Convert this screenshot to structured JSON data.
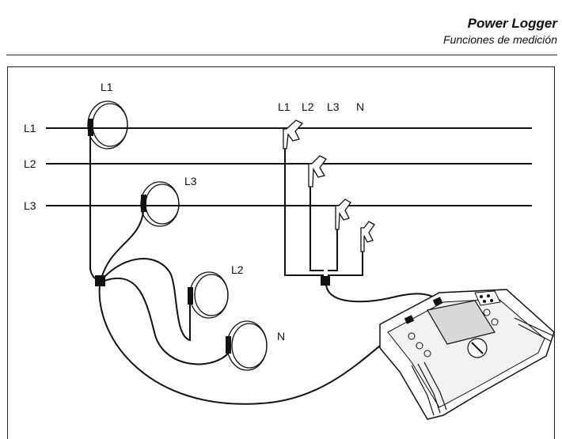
{
  "header": {
    "title": "Power Logger",
    "subtitle": "Funciones de medición"
  },
  "diagram": {
    "line_labels": [
      "L1",
      "L2",
      "L3"
    ],
    "clamp_header": {
      "l1": "L1",
      "l2": "L2",
      "l3": "L3",
      "n": "N"
    },
    "flex_labels": {
      "l1": "L1",
      "l3": "L3",
      "l2": "L2",
      "n": "N"
    }
  }
}
